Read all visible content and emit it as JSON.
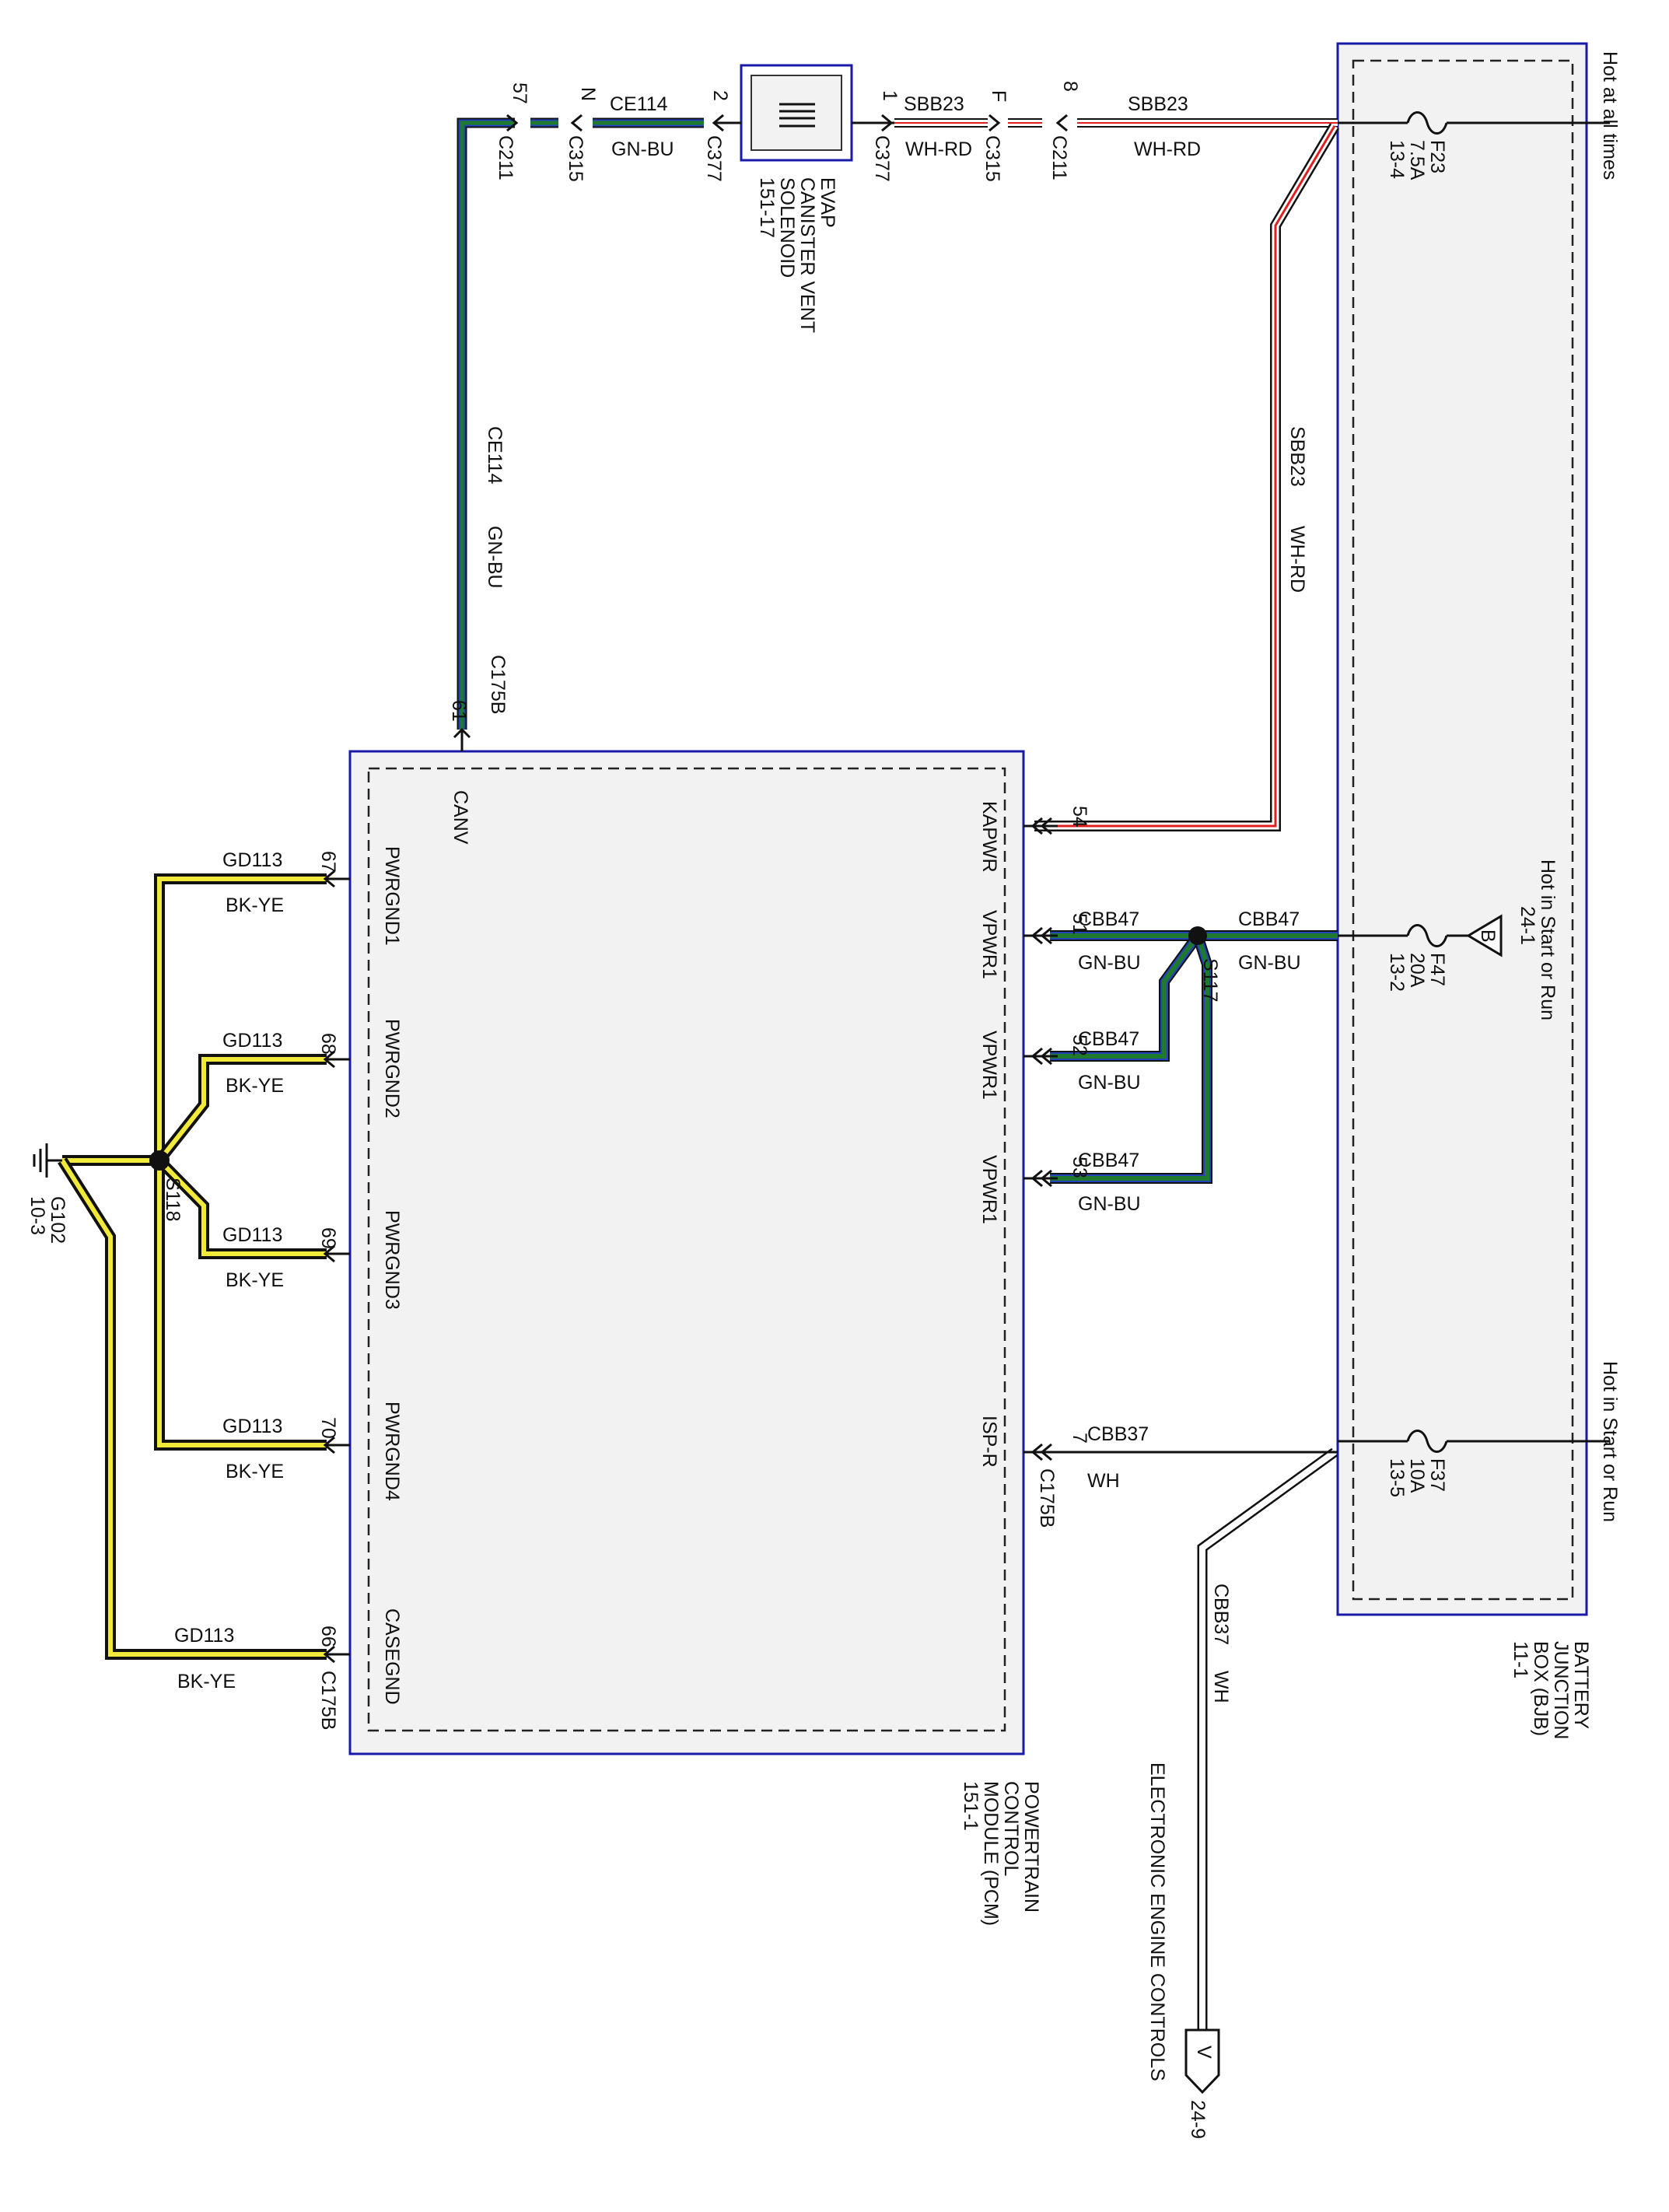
{
  "colors": {
    "module_border": "#1a1aa8",
    "module_fill": "#f2f2f2",
    "wire_gn": "#1f7a2e",
    "wire_bu": "#2244bb",
    "wire_bk": "#111111",
    "wire_ye": "#f2ea3a",
    "wire_rd": "#e02020",
    "wire_wh": "#ffffff"
  },
  "bjb": {
    "title": [
      "BATTERY",
      "JUNCTION",
      "BOX (BJB)",
      "11-1"
    ],
    "hot_at_all_times": "Hot at all times",
    "hot_in_start_or_run": "Hot in Start or Run",
    "hot_in_start_or_run_mid": "Hot in Start or Run",
    "mid_ref": "24-1",
    "mid_ref_letter": "B",
    "fuses": [
      {
        "id": "F23",
        "rating": "7.5A",
        "loc": "13-4"
      },
      {
        "id": "F47",
        "rating": "20A",
        "loc": "13-2"
      },
      {
        "id": "F37",
        "rating": "10A",
        "loc": "13-5"
      }
    ]
  },
  "pcm": {
    "title": [
      "POWERTRAIN",
      "CONTROL",
      "MODULE (PCM)",
      "151-1"
    ],
    "connector": "C175B",
    "pins_right": [
      {
        "pin": "54",
        "name": "KAPWR"
      },
      {
        "pin": "51",
        "name": "VPWR1"
      },
      {
        "pin": "52",
        "name": "VPWR1"
      },
      {
        "pin": "53",
        "name": "VPWR1"
      },
      {
        "pin": "7",
        "name": "ISP-R"
      }
    ],
    "pins_left": [
      {
        "pin": "67",
        "name": "PWRGND1"
      },
      {
        "pin": "68",
        "name": "PWRGND2"
      },
      {
        "pin": "69",
        "name": "PWRGND3"
      },
      {
        "pin": "70",
        "name": "PWRGND4"
      },
      {
        "pin": "66",
        "name": "CASEGND"
      }
    ],
    "pin_top": {
      "pin": "61",
      "name": "CANV"
    }
  },
  "solenoid": {
    "title": [
      "EVAP",
      "CANISTER VENT",
      "SOLENOID",
      "151-17"
    ]
  },
  "connectors": {
    "c211": "C211",
    "c315": "C315",
    "c377": "C377",
    "c175b": "C175B",
    "pin_57": "57",
    "pin_n": "N",
    "pin_2": "2",
    "pin_1": "1",
    "pin_f": "F",
    "pin_8": "8",
    "pin_61": "61"
  },
  "wires": {
    "ce114": "CE114",
    "gn_bu": "GN-BU",
    "sbb23": "SBB23",
    "wh_rd": "WH-RD",
    "cbb47": "CBB47",
    "cbb37": "CBB37",
    "wh": "WH",
    "gd113": "GD113",
    "bk_ye": "BK-YE"
  },
  "splices": {
    "s117": "S117",
    "s118": "S118"
  },
  "ground": {
    "id": "G102",
    "loc": "10-3"
  },
  "eec": {
    "label": "ELECTRONIC ENGINE CONTROLS",
    "ref": "24-9",
    "letter": "V"
  }
}
